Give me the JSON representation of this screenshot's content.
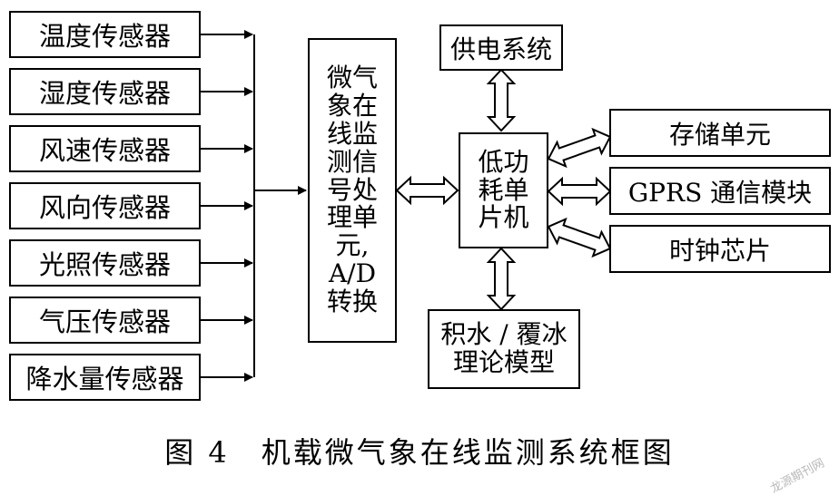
{
  "sensors": [
    "温度传感器",
    "湿度传感器",
    "风速传感器",
    "风向传感器",
    "光照传感器",
    "气压传感器",
    "降水量传感器"
  ],
  "signal_unit": [
    "微气",
    "象在",
    "线监",
    "测信",
    "号处",
    "理单",
    "元,",
    "A/D",
    "转换"
  ],
  "mcu": [
    "低功",
    "耗单",
    "片机"
  ],
  "power": "供电系统",
  "storage": "存储单元",
  "gprs": "GPRS 通信模块",
  "clock": "时钟芯片",
  "model": [
    "积水 / 覆冰",
    "理论模型"
  ],
  "caption": "图 4　机载微气象在线监测系统框图",
  "watermark": "龙源期刊网"
}
